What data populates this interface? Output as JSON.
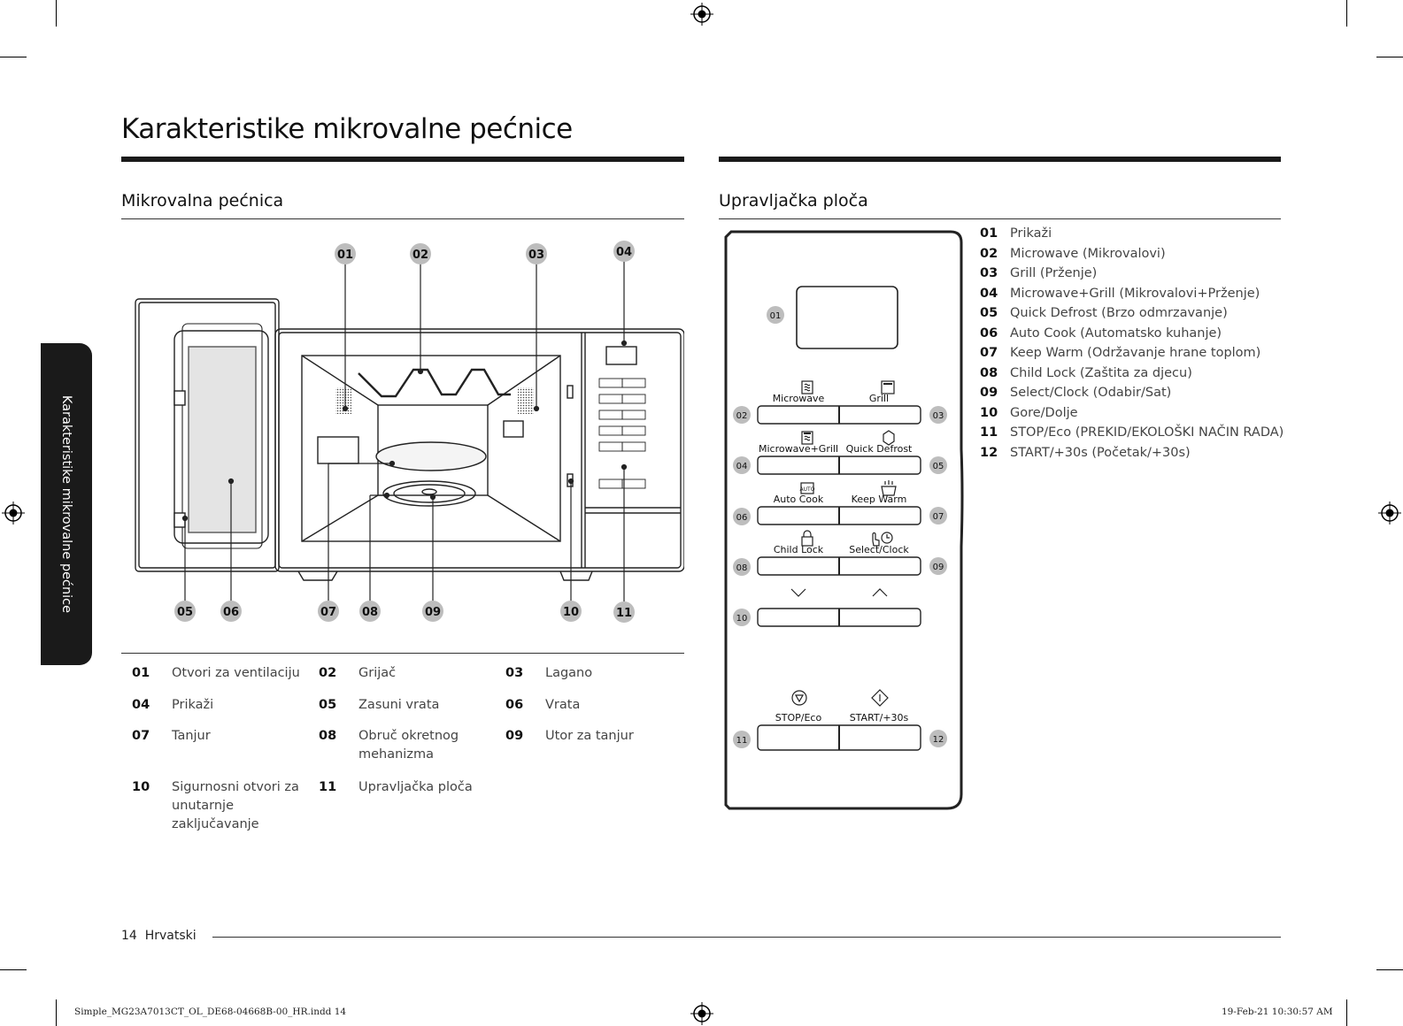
{
  "page": {
    "title": "Karakteristike mikrovalne pećnice",
    "side_tab": "Karakteristike mikrovalne pećnice",
    "footer_page": "14",
    "footer_lang": "Hrvatski",
    "print_file": "Simple_MG23A7013CT_OL_DE68-04668B-00_HR.indd   14",
    "print_date": "19-Feb-21   10:30:57 AM"
  },
  "oven": {
    "heading": "Mikrovalna pećnica",
    "callouts": [
      "01",
      "02",
      "03",
      "04",
      "05",
      "06",
      "07",
      "08",
      "09",
      "10",
      "11"
    ],
    "legend": [
      {
        "num": "01",
        "text": "Otvori za ventilaciju"
      },
      {
        "num": "02",
        "text": "Grijač"
      },
      {
        "num": "03",
        "text": "Lagano"
      },
      {
        "num": "04",
        "text": "Prikaži"
      },
      {
        "num": "05",
        "text": "Zasuni vrata"
      },
      {
        "num": "06",
        "text": "Vrata"
      },
      {
        "num": "07",
        "text": "Tanjur"
      },
      {
        "num": "08",
        "text": "Obruč okretnog mehanizma"
      },
      {
        "num": "09",
        "text": "Utor za tanjur"
      },
      {
        "num": "10",
        "text": "Sigurnosni otvori za unutarnje zaključavanje"
      },
      {
        "num": "11",
        "text": "Upravljačka ploča"
      }
    ]
  },
  "panel": {
    "heading": "Upravljačka ploča",
    "display_callout": "01",
    "buttons": [
      {
        "label": "Microwave",
        "callout": "02"
      },
      {
        "label": "Grill",
        "callout": "03"
      },
      {
        "label": "Microwave+Grill",
        "callout": "04"
      },
      {
        "label": "Quick Defrost",
        "callout": "05"
      },
      {
        "label": "Auto Cook",
        "callout": "06"
      },
      {
        "label": "Keep Warm",
        "callout": "07"
      },
      {
        "label": "Child Lock",
        "callout": "08"
      },
      {
        "label": "Select/Clock",
        "callout": "09"
      },
      {
        "label": "",
        "callout": "10"
      },
      {
        "label": "",
        "callout": ""
      },
      {
        "label": "STOP/Eco",
        "callout": "11"
      },
      {
        "label": "START/+30s",
        "callout": "12"
      }
    ],
    "legend": [
      {
        "num": "01",
        "text": "Prikaži"
      },
      {
        "num": "02",
        "text": "Microwave (Mikrovalovi)"
      },
      {
        "num": "03",
        "text": "Grill (Prženje)"
      },
      {
        "num": "04",
        "text": "Microwave+Grill (Mikrovalovi+Prženje)"
      },
      {
        "num": "05",
        "text": "Quick Defrost (Brzo odmrzavanje)"
      },
      {
        "num": "06",
        "text": "Auto Cook (Automatsko kuhanje)"
      },
      {
        "num": "07",
        "text": "Keep Warm (Održavanje hrane toplom)"
      },
      {
        "num": "08",
        "text": "Child Lock (Zaštita za djecu)"
      },
      {
        "num": "09",
        "text": "Select/Clock (Odabir/Sat)"
      },
      {
        "num": "10",
        "text": "Gore/Dolje"
      },
      {
        "num": "11",
        "text": "STOP/Eco (PREKID/EKOLOŠKI NAČIN RADA)"
      },
      {
        "num": "12",
        "text": "START/+30s (Početak/+30s)"
      }
    ]
  }
}
